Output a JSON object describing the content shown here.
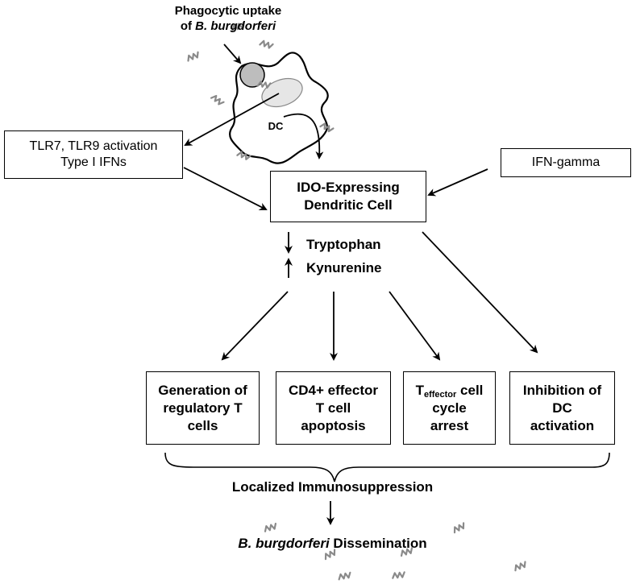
{
  "top_label": {
    "line1": "Phagocytic uptake",
    "line2_prefix": "of ",
    "line2_italic": "B. burgdorferi"
  },
  "dc_label": "DC",
  "tlr_box": {
    "line1": "TLR7, TLR9 activation",
    "line2": "Type I IFNs"
  },
  "ifn_box": {
    "label": "IFN-gamma"
  },
  "ido_box": {
    "line1": "IDO-Expressing",
    "line2": "Dendritic Cell"
  },
  "metabolites": {
    "tryptophan": "Tryptophan",
    "tryptophan_arrow": "↓",
    "kynurenine": "Kynurenine",
    "kynurenine_arrow": "↑"
  },
  "outcomes": {
    "treg": {
      "line1": "Generation of",
      "line2": "regulatory T",
      "line3": "cells"
    },
    "cd4": {
      "line1": "CD4+ effector",
      "line2": "T cell",
      "line3": "apoptosis"
    },
    "teff": {
      "prefix": "T",
      "subscript": "effector",
      "suffix": " cell",
      "line2": "cycle",
      "line3": "arrest"
    },
    "dc_inhib": {
      "line1": "Inhibition of",
      "line2": "DC",
      "line3": "activation"
    }
  },
  "immunosuppression": "Localized Immunosuppression",
  "dissemination": {
    "italic": "B. burgdorferi",
    "rest": " Dissemination"
  },
  "colors": {
    "line": "#000000",
    "bacteria": "#8a8a8a",
    "phagosome": "#bdbdbd",
    "nucleus": "#e6e6e6"
  }
}
